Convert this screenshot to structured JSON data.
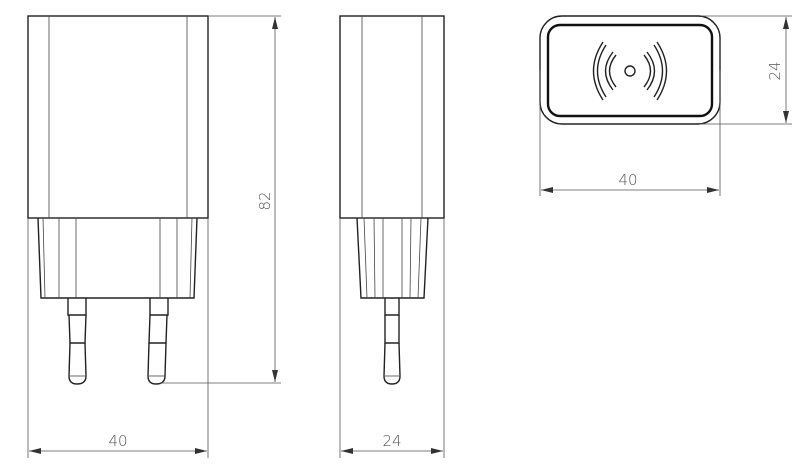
{
  "views": {
    "front": {
      "width_label": "40",
      "height_label": "82"
    },
    "side": {
      "width_label": "24"
    },
    "top": {
      "width_label": "40",
      "height_label": "24"
    }
  },
  "colors": {
    "line": "#222222",
    "dimension": "#555555"
  }
}
